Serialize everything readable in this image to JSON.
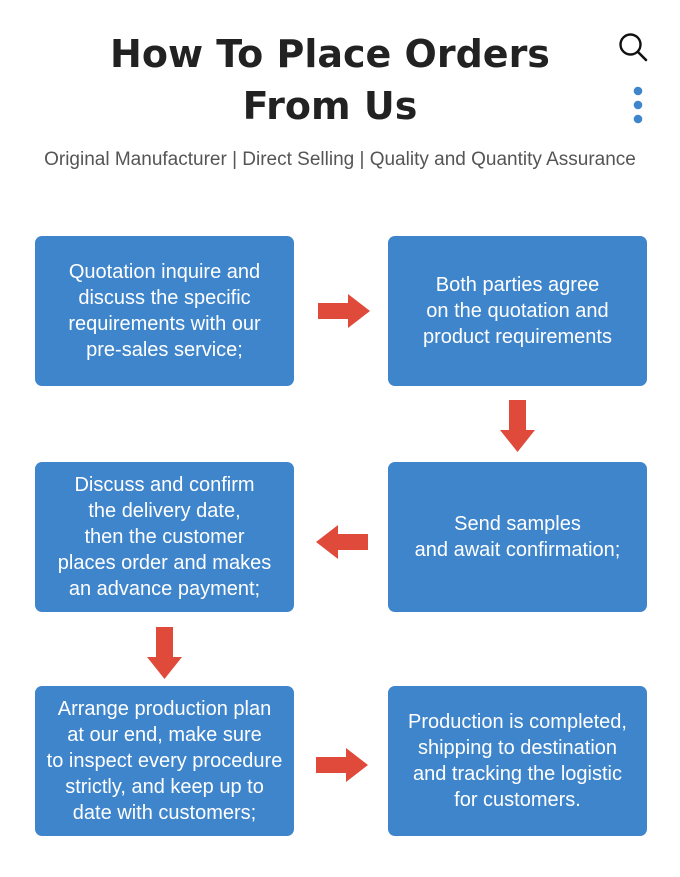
{
  "header": {
    "title_line1": "How To Place Orders",
    "title_line2": "From Us",
    "subtitle": "Original Manufacturer | Direct Selling | Quality and Quantity Assurance"
  },
  "icons": {
    "search": "search-icon",
    "more": "more-vertical-icon",
    "arrow_right": "arrow-right-icon",
    "arrow_left": "arrow-left-icon",
    "arrow_down": "arrow-down-icon"
  },
  "colors": {
    "box": "#3f85cc",
    "arrow": "#e04a3b",
    "title": "#222222",
    "accent_dots": "#3f85cc"
  },
  "steps": [
    {
      "text": "Quotation inquire and\ndiscuss the specific\nrequirements with our\npre-sales service;"
    },
    {
      "text": "Both parties agree\non the quotation and\nproduct requirements"
    },
    {
      "text": "Send samples\nand await confirmation;"
    },
    {
      "text": "Discuss and confirm\nthe delivery date,\nthen the customer\nplaces  order and makes\nan advance payment;"
    },
    {
      "text": "Arrange production plan\nat our end, make sure\nto inspect every procedure\nstrictly, and keep up to\ndate with customers;"
    },
    {
      "text": "Production is completed,\nshipping to destination\nand tracking the logistic\nfor customers."
    }
  ]
}
